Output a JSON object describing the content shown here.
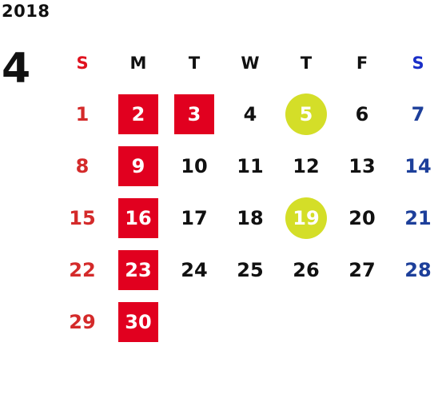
{
  "year": "2018",
  "month": "4",
  "weekdays": [
    "S",
    "M",
    "T",
    "W",
    "T",
    "F",
    "S"
  ],
  "weeks": [
    [
      "1",
      "2",
      "3",
      "4",
      "5",
      "6",
      "7"
    ],
    [
      "8",
      "9",
      "10",
      "11",
      "12",
      "13",
      "14"
    ],
    [
      "15",
      "16",
      "17",
      "18",
      "19",
      "20",
      "21"
    ],
    [
      "22",
      "23",
      "24",
      "25",
      "26",
      "27",
      "28"
    ],
    [
      "29",
      "30",
      "",
      "",
      "",
      "",
      ""
    ]
  ],
  "highlights": {
    "red_box_days": [
      "2",
      "3",
      "9",
      "16",
      "23",
      "30"
    ],
    "yellow_circle_days": [
      "5",
      "19"
    ]
  },
  "colors": {
    "sunday": "#d42a2a",
    "saturday": "#1d3f9a",
    "red_box": "#e1001f",
    "yellow_circle": "#d4de28",
    "text": "#111111"
  }
}
